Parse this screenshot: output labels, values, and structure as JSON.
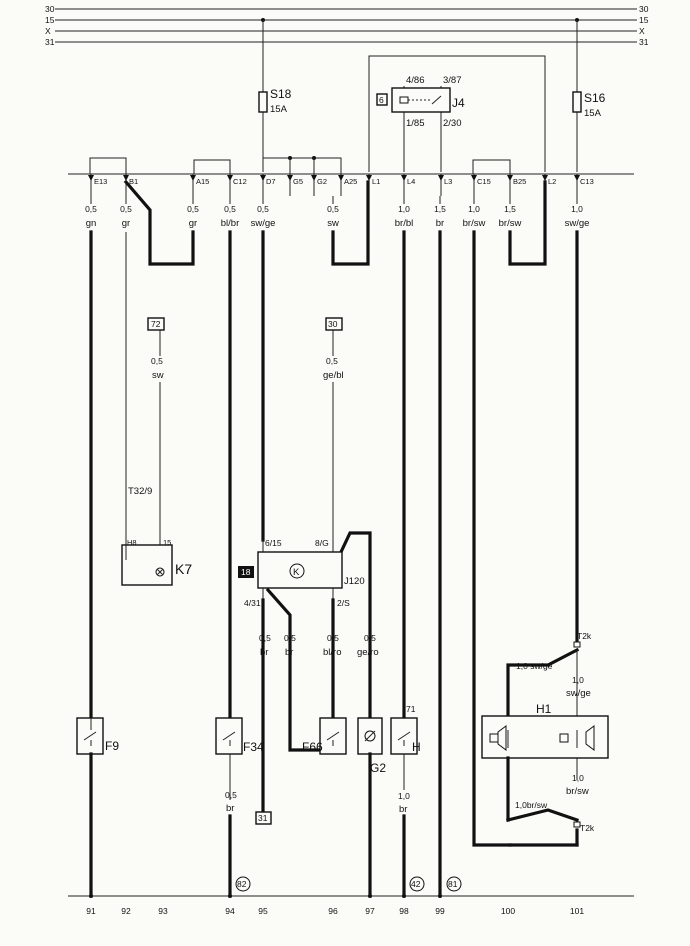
{
  "rails": {
    "l30": "30",
    "l15": "15",
    "lX": "X",
    "l31": "31"
  },
  "fuses": {
    "s18": {
      "name": "S18",
      "rating": "15A"
    },
    "s16": {
      "name": "S16",
      "rating": "15A"
    }
  },
  "relay": {
    "name": "J4",
    "slot": "6",
    "p486": "4/86",
    "p387": "3/87",
    "p185": "1/85",
    "p230": "2/30"
  },
  "connectors": [
    "E13",
    "B1",
    "A15",
    "C12",
    "D7",
    "G5",
    "G2",
    "A25",
    "L1",
    "L4",
    "L3",
    "C15",
    "B25",
    "L2",
    "C13"
  ],
  "wires": [
    {
      "size": "0,5",
      "color": "gn"
    },
    {
      "size": "0,5",
      "color": "gr"
    },
    {
      "size": "0,5",
      "color": "gr"
    },
    {
      "size": "0,5",
      "color": "bl/br"
    },
    {
      "size": "0,5",
      "color": "sw/ge"
    },
    {
      "size": "0,5",
      "color": "sw"
    },
    {
      "size": "1,0",
      "color": "br/bl"
    },
    {
      "size": "1,5",
      "color": "br"
    },
    {
      "size": "1,0",
      "color": "br/sw"
    },
    {
      "size": "1,5",
      "color": "br/sw"
    },
    {
      "size": "1,0",
      "color": "sw/ge"
    }
  ],
  "refs": {
    "r72": "72",
    "r30": "30",
    "r31": "31",
    "r82": "82",
    "r42": "42",
    "r81": "81",
    "r18": "18"
  },
  "mid_wires": {
    "sw72": {
      "size": "0,5",
      "color": "sw"
    },
    "gebl": {
      "size": "0,5",
      "color": "ge/bl"
    },
    "w1": {
      "size": "0,5",
      "color": "br"
    },
    "w2": {
      "size": "0,5",
      "color": "br"
    },
    "w3": {
      "size": "0,5",
      "color": "bl/ro"
    },
    "w4": {
      "size": "0,5",
      "color": "ge/ro"
    },
    "f34": {
      "size": "0,5",
      "color": "br"
    },
    "h": {
      "size": "1,0",
      "color": "br"
    },
    "hsw1": {
      "size": "1,0",
      "color": "sw/ge"
    },
    "hsw2": {
      "size": "1,0",
      "color": "sw/ge"
    },
    "hb1": {
      "size": "1,0",
      "color": "br/sw"
    },
    "hb2": {
      "size": "1,0br/sw"
    }
  },
  "connector_t": "T32/9",
  "t2k": "T2k",
  "k7": {
    "name": "K7",
    "p_h8": "H8",
    "p_15": "15"
  },
  "j120": {
    "name": "J120",
    "sym": "K",
    "p615": "6/15",
    "p8g": "8/G",
    "p431": "4/31",
    "p2s": "2/S"
  },
  "components": {
    "f9": "F9",
    "f34": "F34",
    "f66": "F66",
    "g2": "G2",
    "h": "H",
    "h71": "71",
    "h1": "H1"
  },
  "numbers": [
    "91",
    "92",
    "93",
    "94",
    "95",
    "96",
    "97",
    "98",
    "99",
    "100",
    "101"
  ]
}
